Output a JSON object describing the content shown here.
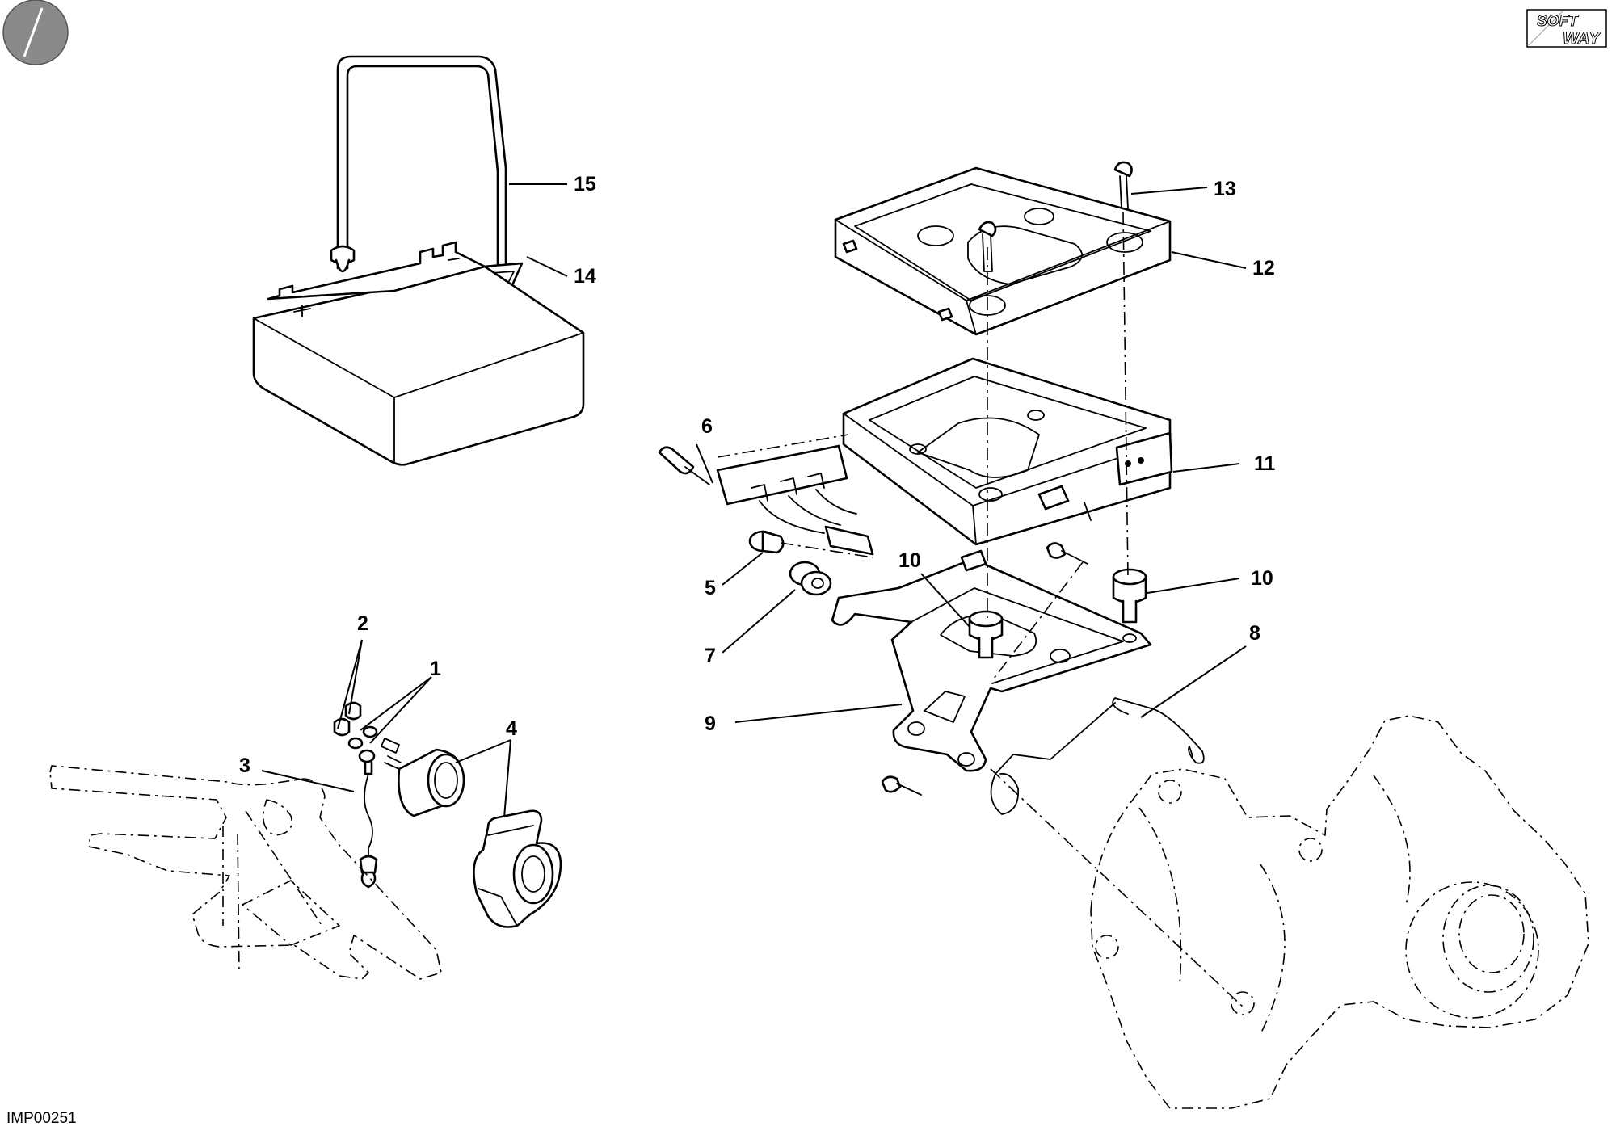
{
  "drawing_code": "IMP00251",
  "brand": {
    "line1": "SOFT",
    "line2": "WAY"
  },
  "callouts": [
    "1",
    "2",
    "3",
    "4",
    "5",
    "6",
    "7",
    "8",
    "9",
    "10",
    "10",
    "11",
    "12",
    "13",
    "14",
    "15"
  ]
}
